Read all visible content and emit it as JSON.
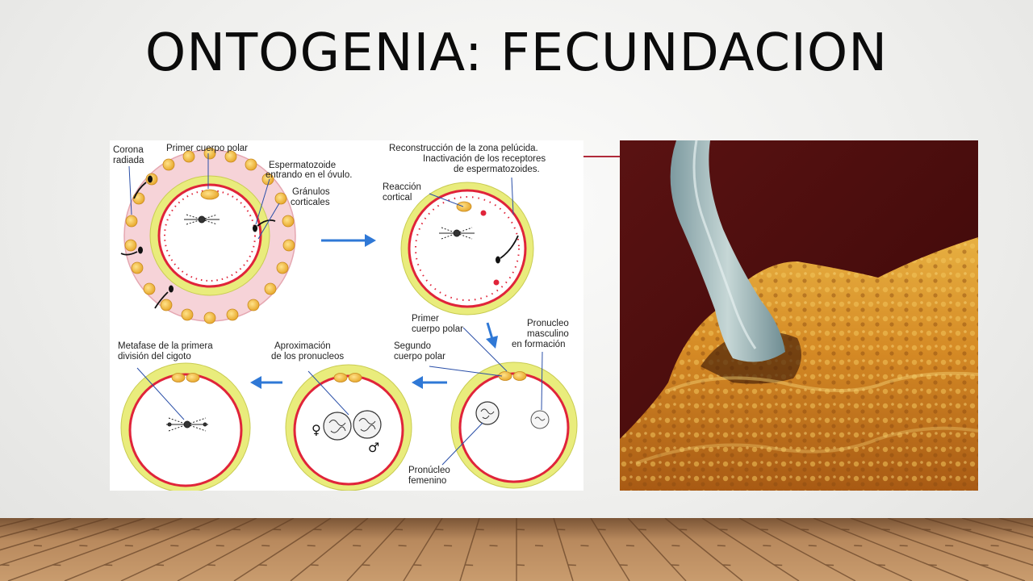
{
  "slide": {
    "title": "ONTOGENIA:  FECUNDACION"
  },
  "diagram": {
    "labels": {
      "corona": [
        "Corona",
        "radiada"
      ],
      "primer_cuerpo_polar_top": "Primer cuerpo polar",
      "espermatozoide": [
        "Espermatozoide",
        "entrando en el óvulo."
      ],
      "granulos": [
        "Gránulos",
        "corticales"
      ],
      "reconstruccion": [
        "Reconstrucción de la zona pelúcida.",
        "Inactivación de los receptores",
        "de espermatozoides."
      ],
      "reaccion": [
        "Reacción",
        "cortical"
      ],
      "primer_cuerpo_polar": [
        "Primer",
        "cuerpo polar"
      ],
      "pronucleo_masculino": [
        "Pronucleo",
        "masculino",
        "en formación"
      ],
      "segundo_cuerpo_polar": [
        "Segundo",
        "cuerpo polar"
      ],
      "metafase": [
        "Metafase de la primera",
        "división del cigoto"
      ],
      "aproximacion": [
        "Aproximación",
        "de los pronucleos"
      ],
      "pronucleo_femenino": [
        "Pronúcleo",
        "femenino"
      ]
    },
    "symbols": {
      "female": "♀",
      "male": "♂"
    },
    "colors": {
      "zona": "#e8ec7a",
      "membrane": "#e0243a",
      "corona": "#f3c8cf",
      "cells": "#f2c24a",
      "arrow": "#2f78d6",
      "pointer": "#2a4fa8"
    }
  },
  "colors": {
    "accent": "#b02a3a"
  }
}
